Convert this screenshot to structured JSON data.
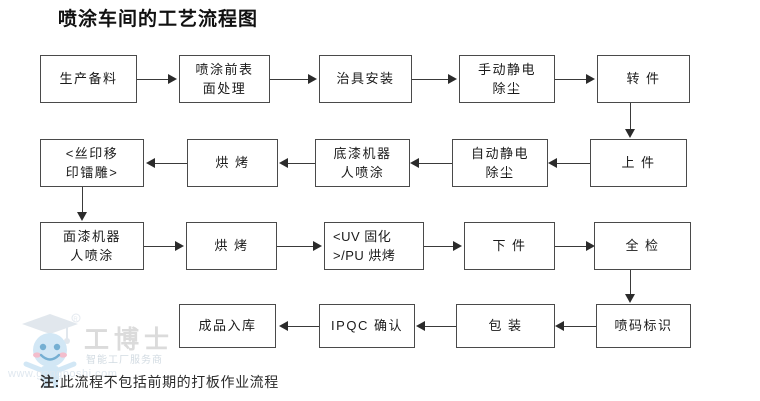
{
  "title": "喷涂车间的工艺流程图",
  "note": {
    "prefix": "注:",
    "text": "此流程不包括前期的打板作业流程"
  },
  "watermark": {
    "brand": "工博士",
    "tagline": "智能工厂服务商",
    "url": "www.gongboshi.com"
  },
  "colors": {
    "box_border": "#4a4a4a",
    "connector": "#3a3a3a",
    "arrow": "#2b2b2b",
    "text": "#1a1a1a",
    "watermark": "#d9d9d9"
  },
  "flow": {
    "rows": [
      {
        "direction": "left-to-right",
        "nodes": [
          {
            "id": "n1",
            "label": "生产备料"
          },
          {
            "id": "n2",
            "label": "喷涂前表\n面处理"
          },
          {
            "id": "n3",
            "label": "治具安装"
          },
          {
            "id": "n4",
            "label": "手动静电\n除尘"
          },
          {
            "id": "n5",
            "label": "转 件"
          }
        ]
      },
      {
        "direction": "right-to-left",
        "nodes": [
          {
            "id": "n10",
            "label": "<丝印移\n印镭雕>"
          },
          {
            "id": "n9",
            "label": "烘 烤"
          },
          {
            "id": "n8",
            "label": "底漆机器\n人喷涂"
          },
          {
            "id": "n7",
            "label": "自动静电\n除尘"
          },
          {
            "id": "n6",
            "label": "上 件"
          }
        ]
      },
      {
        "direction": "left-to-right",
        "nodes": [
          {
            "id": "n11",
            "label": "面漆机器\n人喷涂"
          },
          {
            "id": "n12",
            "label": "烘 烤"
          },
          {
            "id": "n13",
            "label": "<UV 固化\n>/PU 烘烤"
          },
          {
            "id": "n14",
            "label": "下 件"
          },
          {
            "id": "n15",
            "label": "全 检"
          }
        ]
      },
      {
        "direction": "right-to-left",
        "nodes": [
          {
            "id": "n19",
            "label": "成品入库"
          },
          {
            "id": "n18",
            "label": "IPQC 确认"
          },
          {
            "id": "n17",
            "label": "包 装"
          },
          {
            "id": "n16",
            "label": "喷码标识"
          }
        ]
      }
    ],
    "vertical_links": [
      {
        "from": "n5",
        "to": "n6"
      },
      {
        "from": "n10",
        "to": "n11"
      },
      {
        "from": "n15",
        "to": "n16"
      }
    ]
  }
}
